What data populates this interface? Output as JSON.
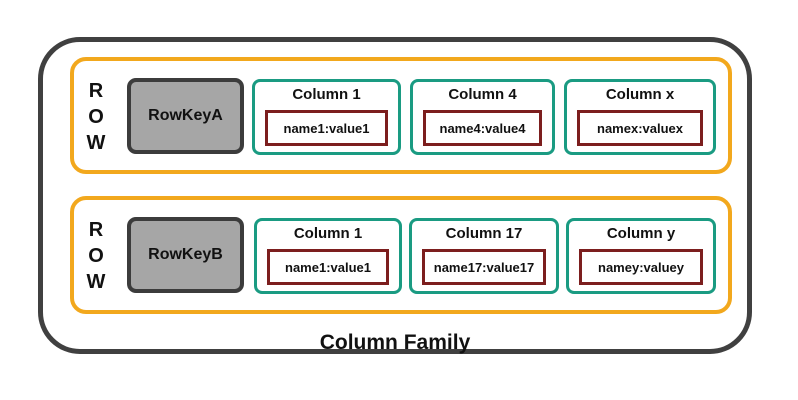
{
  "column_family_label": "Column Family",
  "rows": [
    {
      "label_letters": [
        "R",
        "O",
        "W"
      ],
      "row_key": "RowKeyA",
      "columns": [
        {
          "name": "Column 1",
          "cell": "name1:value1"
        },
        {
          "name": "Column 4",
          "cell": "name4:value4"
        },
        {
          "name": "Column x",
          "cell": "namex:valuex"
        }
      ]
    },
    {
      "label_letters": [
        "R",
        "O",
        "W"
      ],
      "row_key": "RowKeyB",
      "columns": [
        {
          "name": "Column 1",
          "cell": "name1:value1"
        },
        {
          "name": "Column 17",
          "cell": "name17:value17"
        },
        {
          "name": "Column y",
          "cell": "namey:valuey"
        }
      ]
    }
  ],
  "colors": {
    "family_border": "#404040",
    "row_border": "#f2a81d",
    "rowkey_fill": "#a6a6a6",
    "column_border": "#1a9b82",
    "cell_border": "#7c1e1e"
  }
}
